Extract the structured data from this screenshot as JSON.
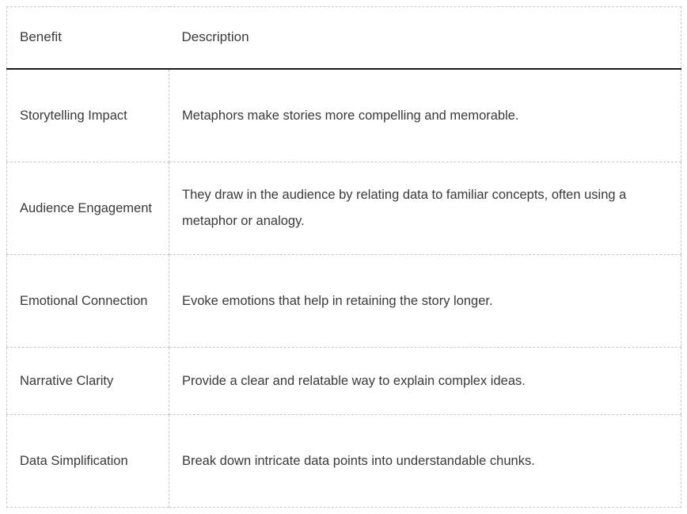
{
  "table": {
    "columns": [
      {
        "key": "benefit",
        "label": "Benefit"
      },
      {
        "key": "description",
        "label": "Description"
      }
    ],
    "rows": [
      {
        "benefit": "Storytelling Impact",
        "description": "Metaphors make stories more compelling and memorable."
      },
      {
        "benefit": "Audience Engagement",
        "description": "They draw in the audience by relating data to familiar concepts, often using a metaphor or analogy."
      },
      {
        "benefit": "Emotional Connection",
        "description": "Evoke emotions that help in retaining the story longer."
      },
      {
        "benefit": "Narrative Clarity",
        "description": "Provide a clear and relatable way to explain complex ideas."
      },
      {
        "benefit": "Data Simplification",
        "description": "Break down intricate data points into understandable chunks."
      }
    ]
  },
  "colors": {
    "text": "#3a3a3a",
    "header_rule": "#1a1a1a",
    "grid_dashed": "#c9c9c9",
    "background": "#ffffff"
  }
}
